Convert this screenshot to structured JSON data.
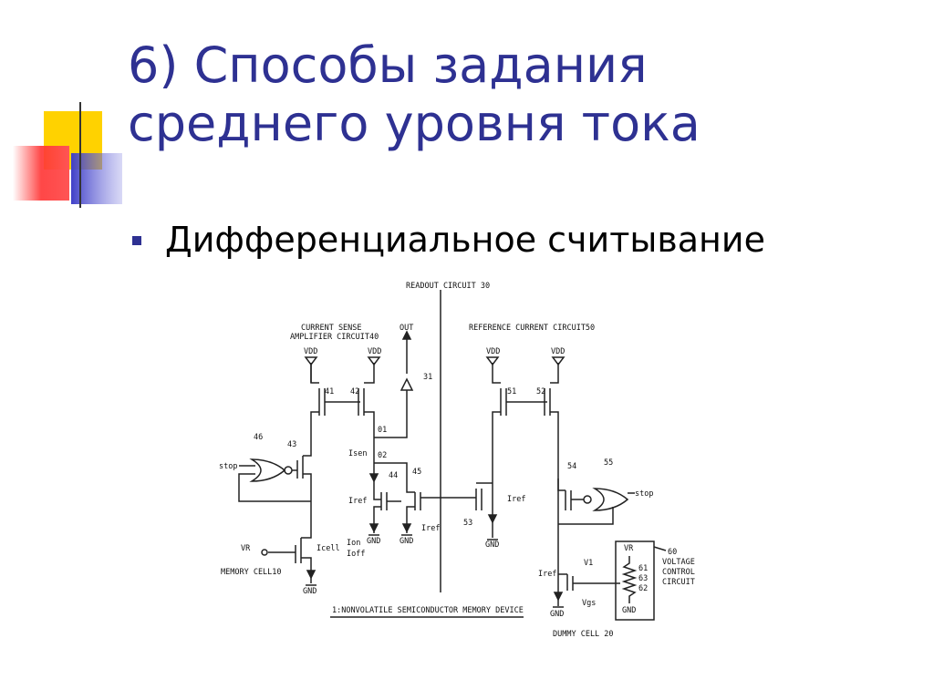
{
  "slide": {
    "title_line1": "6) Способы задания",
    "title_line2": "среднего уровня тока",
    "bullet": "Дифференциальное считывание",
    "accent_color": "#2e3192",
    "deco_colors": [
      "#ffd200",
      "#ff3333",
      "#5050d0"
    ]
  },
  "diagram": {
    "readout": "READOUT CIRCUIT 30",
    "sense_amp_1": "CURRENT SENSE",
    "sense_amp_2": "AMPLIFIER CIRCUIT40",
    "reference": "REFERENCE CURRENT CIRCUIT50",
    "vdd": "VDD",
    "gnd": "GND",
    "out": "OUT",
    "n31": "31",
    "n41": "41",
    "n42": "42",
    "n43": "43",
    "n44": "44",
    "n45": "45",
    "n46": "46",
    "n51": "51",
    "n52": "52",
    "n53": "53",
    "n54": "54",
    "n55": "55",
    "n60": "60",
    "n61": "61",
    "n62": "62",
    "n63": "63",
    "n01": "01",
    "n02": "02",
    "stop": "stop",
    "isen": "Isen",
    "iref": "Iref",
    "icell": "Icell",
    "ion": "Ion",
    "ioff": "Ioff",
    "vr": "VR",
    "v1": "V1",
    "vgs": "Vgs",
    "memory_cell": "MEMORY CELL10",
    "dummy_cell": "DUMMY CELL 20",
    "vcc_1": "VOLTAGE",
    "vcc_2": "CONTROL",
    "vcc_3": "CIRCUIT",
    "device": "1:NONVOLATILE SEMICONDUCTOR MEMORY DEVICE"
  }
}
